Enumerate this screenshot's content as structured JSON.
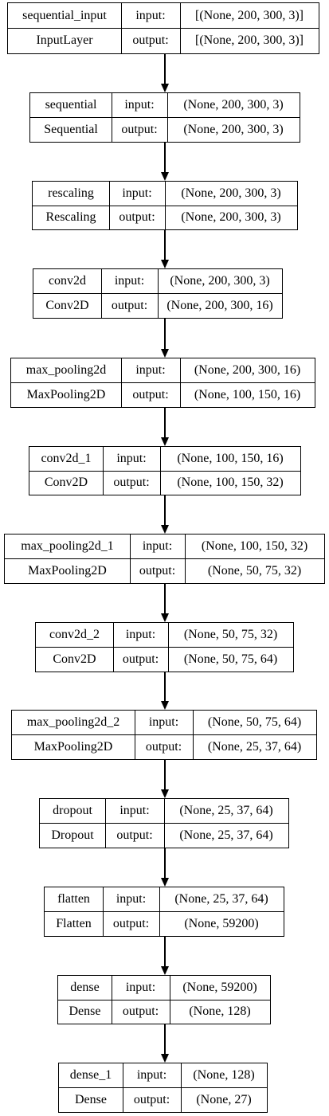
{
  "diagram": {
    "nodes": [
      {
        "name": "sequential_input",
        "type": "InputLayer",
        "input_label": "input:",
        "output_label": "output:",
        "input": "[(None, 200, 300, 3)]",
        "output": "[(None, 200, 300, 3)]"
      },
      {
        "name": "sequential",
        "type": "Sequential",
        "input_label": "input:",
        "output_label": "output:",
        "input": "(None, 200, 300, 3)",
        "output": "(None, 200, 300, 3)"
      },
      {
        "name": "rescaling",
        "type": "Rescaling",
        "input_label": "input:",
        "output_label": "output:",
        "input": "(None, 200, 300, 3)",
        "output": "(None, 200, 300, 3)"
      },
      {
        "name": "conv2d",
        "type": "Conv2D",
        "input_label": "input:",
        "output_label": "output:",
        "input": "(None, 200, 300, 3)",
        "output": "(None, 200, 300, 16)"
      },
      {
        "name": "max_pooling2d",
        "type": "MaxPooling2D",
        "input_label": "input:",
        "output_label": "output:",
        "input": "(None, 200, 300, 16)",
        "output": "(None, 100, 150, 16)"
      },
      {
        "name": "conv2d_1",
        "type": "Conv2D",
        "input_label": "input:",
        "output_label": "output:",
        "input": "(None, 100, 150, 16)",
        "output": "(None, 100, 150, 32)"
      },
      {
        "name": "max_pooling2d_1",
        "type": "MaxPooling2D",
        "input_label": "input:",
        "output_label": "output:",
        "input": "(None, 100, 150, 32)",
        "output": "(None, 50, 75, 32)"
      },
      {
        "name": "conv2d_2",
        "type": "Conv2D",
        "input_label": "input:",
        "output_label": "output:",
        "input": "(None, 50, 75, 32)",
        "output": "(None, 50, 75, 64)"
      },
      {
        "name": "max_pooling2d_2",
        "type": "MaxPooling2D",
        "input_label": "input:",
        "output_label": "output:",
        "input": "(None, 50, 75, 64)",
        "output": "(None, 25, 37, 64)"
      },
      {
        "name": "dropout",
        "type": "Dropout",
        "input_label": "input:",
        "output_label": "output:",
        "input": "(None, 25, 37, 64)",
        "output": "(None, 25, 37, 64)"
      },
      {
        "name": "flatten",
        "type": "Flatten",
        "input_label": "input:",
        "output_label": "output:",
        "input": "(None, 25, 37, 64)",
        "output": "(None, 59200)"
      },
      {
        "name": "dense",
        "type": "Dense",
        "input_label": "input:",
        "output_label": "output:",
        "input": "(None, 59200)",
        "output": "(None, 128)"
      },
      {
        "name": "dense_1",
        "type": "Dense",
        "input_label": "input:",
        "output_label": "output:",
        "input": "(None, 128)",
        "output": "(None, 27)"
      }
    ]
  }
}
